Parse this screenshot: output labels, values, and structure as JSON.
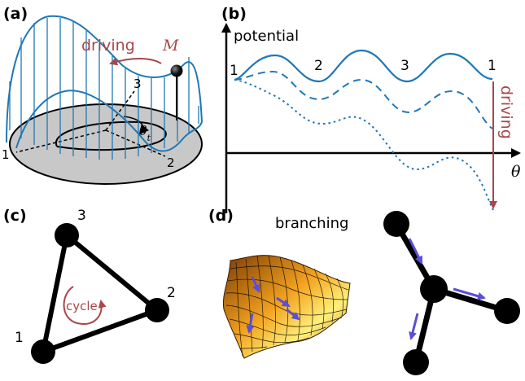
{
  "colors": {
    "blue": "#1f78b4",
    "red": "#a8474a",
    "arrow_blue": "#5b4fd6",
    "disk_gray": "#c8c8c8",
    "surface_orange": "#e89a1a"
  },
  "panel_a": {
    "label": "(a)",
    "driving": "driving",
    "driving_var": "M",
    "theta_t_main": "θ",
    "theta_t_sub": "t",
    "site1": "1",
    "site2": "2",
    "site3": "3"
  },
  "panel_b": {
    "label": "(b)",
    "ylabel": "potential",
    "xlabel": "θ",
    "site_labels": [
      "1",
      "2",
      "3",
      "1"
    ],
    "driving": "driving"
  },
  "panel_c": {
    "label": "(c)",
    "node1": "1",
    "node2": "2",
    "node3": "3",
    "cycle": "cycle"
  },
  "panel_d": {
    "label": "(d)",
    "title": "branching"
  }
}
